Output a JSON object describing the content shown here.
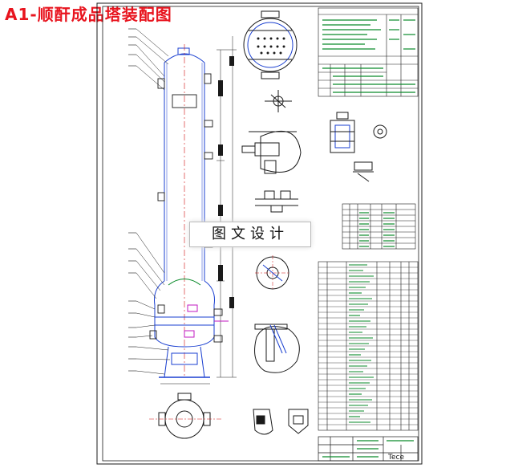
{
  "title": "A1-顺酐成品塔装配图",
  "watermark": "图文设计",
  "stamp": "Tece",
  "colors": {
    "title": "#e8141e",
    "line": "#1a1a1a",
    "drawing_blue": "#1a3fd0",
    "drawing_magenta": "#c01ac0",
    "drawing_green": "#0a8a2a",
    "drawing_red": "#d01010",
    "background": "#ffffff"
  }
}
